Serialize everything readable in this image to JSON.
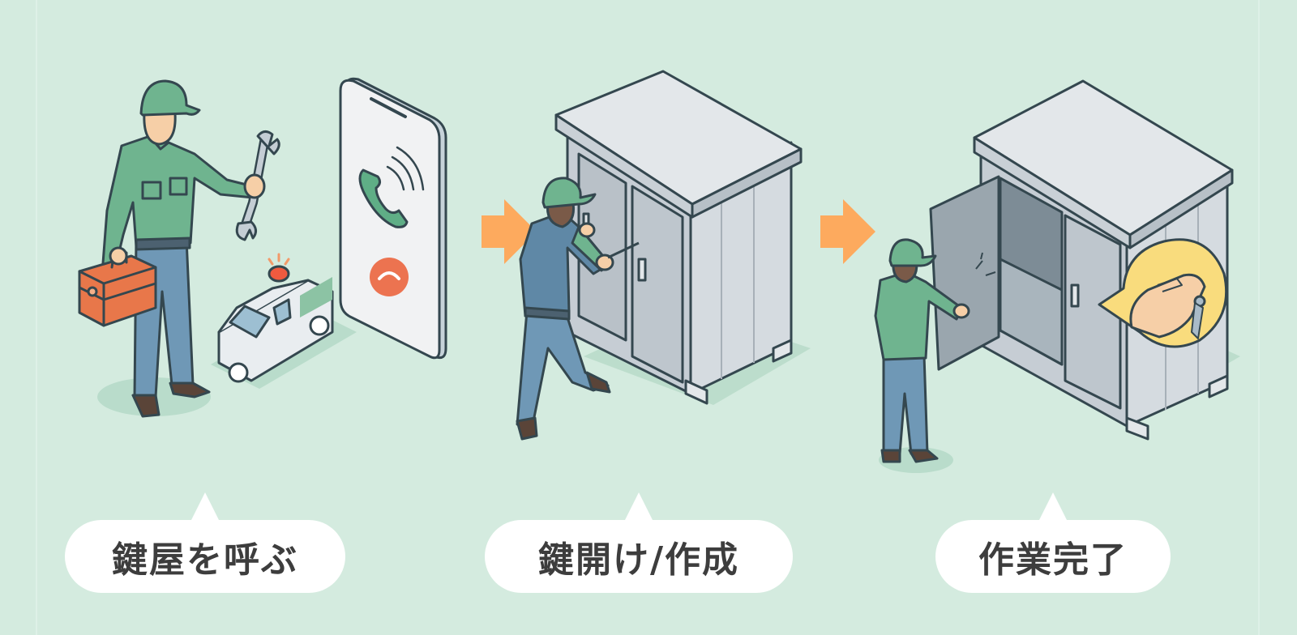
{
  "diagram": {
    "type": "process-flow",
    "background_color": "#d4ebdf",
    "arrow_color": "#fdaa5e",
    "steps": [
      {
        "label": "鍵屋を呼ぶ",
        "illustration": "locksmith-with-toolbox-and-wrench, service-van-with-red-beacon, smartphone-incoming-call"
      },
      {
        "label": "鍵開け/作成",
        "illustration": "kneeling-locksmith-picking-lock-on-storage-shed"
      },
      {
        "label": "作業完了",
        "illustration": "person-opening-shed-door, speech-bubble-hand-holding-keys"
      }
    ],
    "arrows": [
      {
        "from": 0,
        "to": 1,
        "icon": "arrow-right-icon"
      },
      {
        "from": 1,
        "to": 2,
        "icon": "arrow-right-icon"
      }
    ],
    "colors": {
      "uniform_green": "#6fb48f",
      "pants_blue": "#6f98b6",
      "toolbox_orange": "#e8774a",
      "beacon_red": "#ef5a3f",
      "shed_gray": "#c6cdd4",
      "call_green": "#5fae86",
      "hangup_orange": "#ec7350",
      "key_bubble_yellow": "#f9dc7d",
      "label_text": "#3d3d3d",
      "outline": "#34474f"
    }
  }
}
